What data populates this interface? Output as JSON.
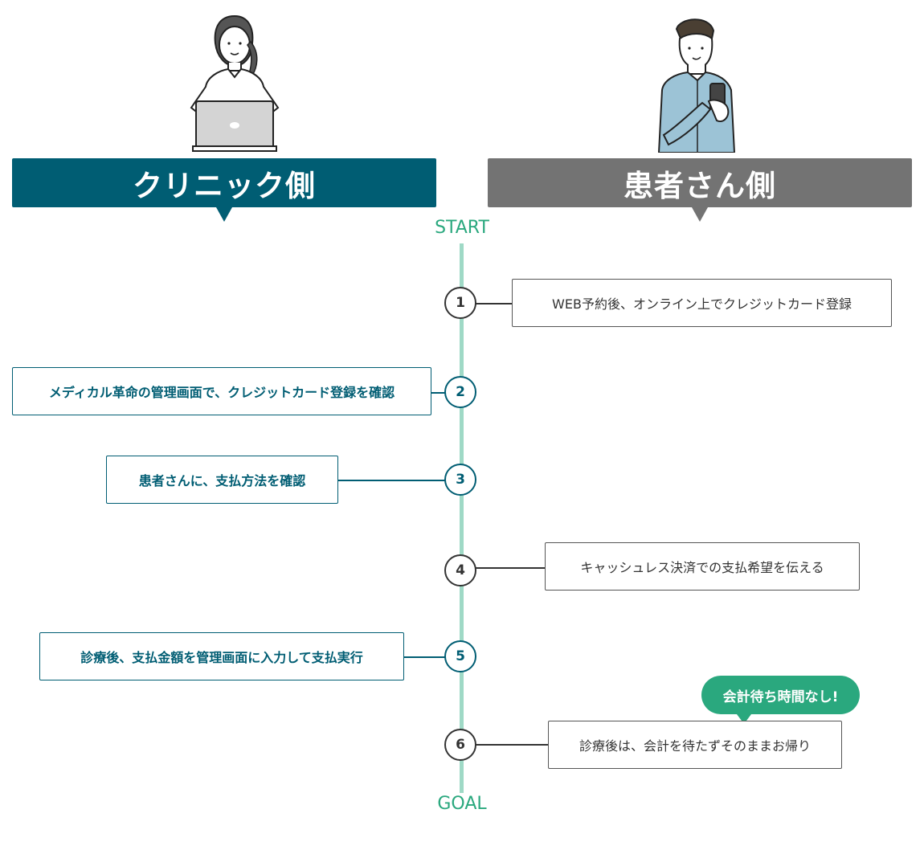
{
  "headers": {
    "clinic": "クリニック側",
    "patient": "患者さん側"
  },
  "timeline": {
    "start": "START",
    "goal": "GOAL"
  },
  "steps": [
    {
      "number": "1",
      "side": "patient",
      "text": "WEB予約後、オンライン上でクレジットカード登録"
    },
    {
      "number": "2",
      "side": "clinic",
      "text": "メディカル革命の管理画面で、クレジットカード登録を確認"
    },
    {
      "number": "3",
      "side": "clinic",
      "text": "患者さんに、支払方法を確認"
    },
    {
      "number": "4",
      "side": "patient",
      "text": "キャッシュレス決済での支払希望を伝える"
    },
    {
      "number": "5",
      "side": "clinic",
      "text": "診療後、支払金額を管理画面に入力して支払実行"
    },
    {
      "number": "6",
      "side": "patient",
      "text": "診療後は、会計を待たずそのままお帰り"
    }
  ],
  "callout": "会計待ち時間なし!",
  "illustrations": {
    "clinic": "nurse-with-laptop-icon",
    "patient": "man-with-smartphone-icon"
  },
  "colors": {
    "clinic": "#005d73",
    "patient": "#737373",
    "timeline": "#9fd9c6",
    "accent": "#2aa87e"
  }
}
